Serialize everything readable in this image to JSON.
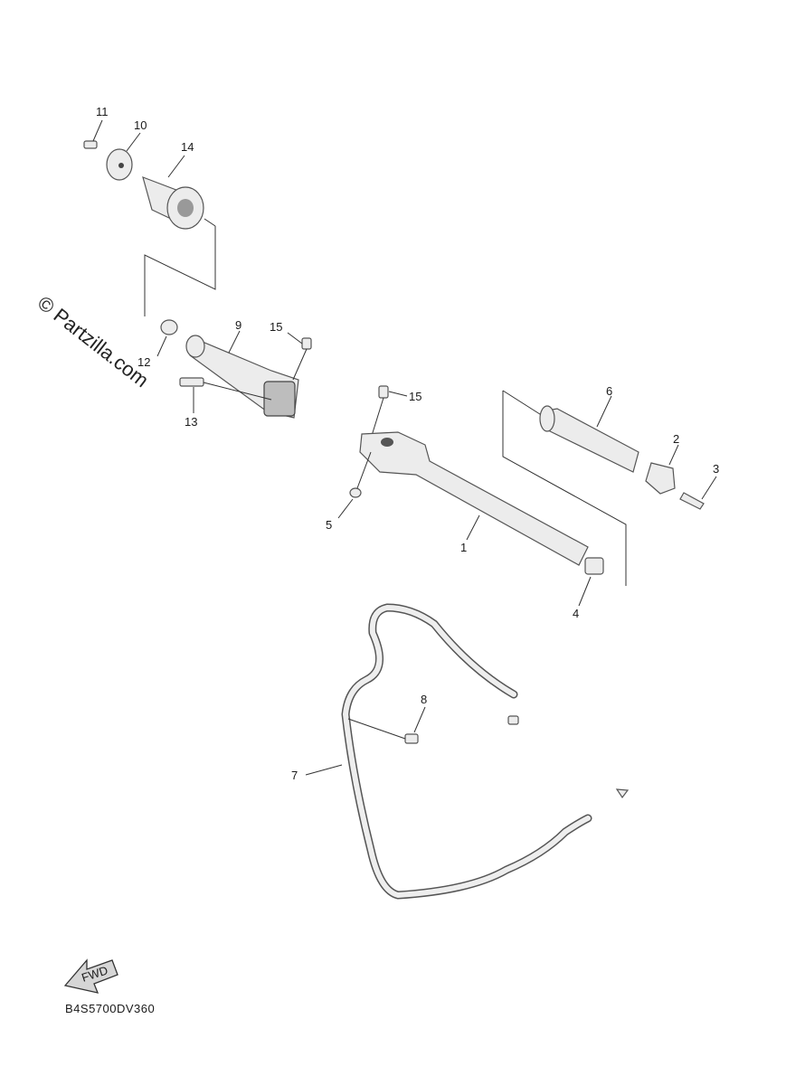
{
  "watermark": "© Partzilla.com",
  "diagram_code": "B4S5700DV360",
  "fwd_label": "FWD",
  "callouts": {
    "c1": "1",
    "c2": "2",
    "c3": "3",
    "c4": "4",
    "c5": "5",
    "c6": "6",
    "c7": "7",
    "c8": "8",
    "c9": "9",
    "c10": "10",
    "c11": "11",
    "c12": "12",
    "c13": "13",
    "c14": "14",
    "c15a": "15",
    "c15b": "15"
  }
}
